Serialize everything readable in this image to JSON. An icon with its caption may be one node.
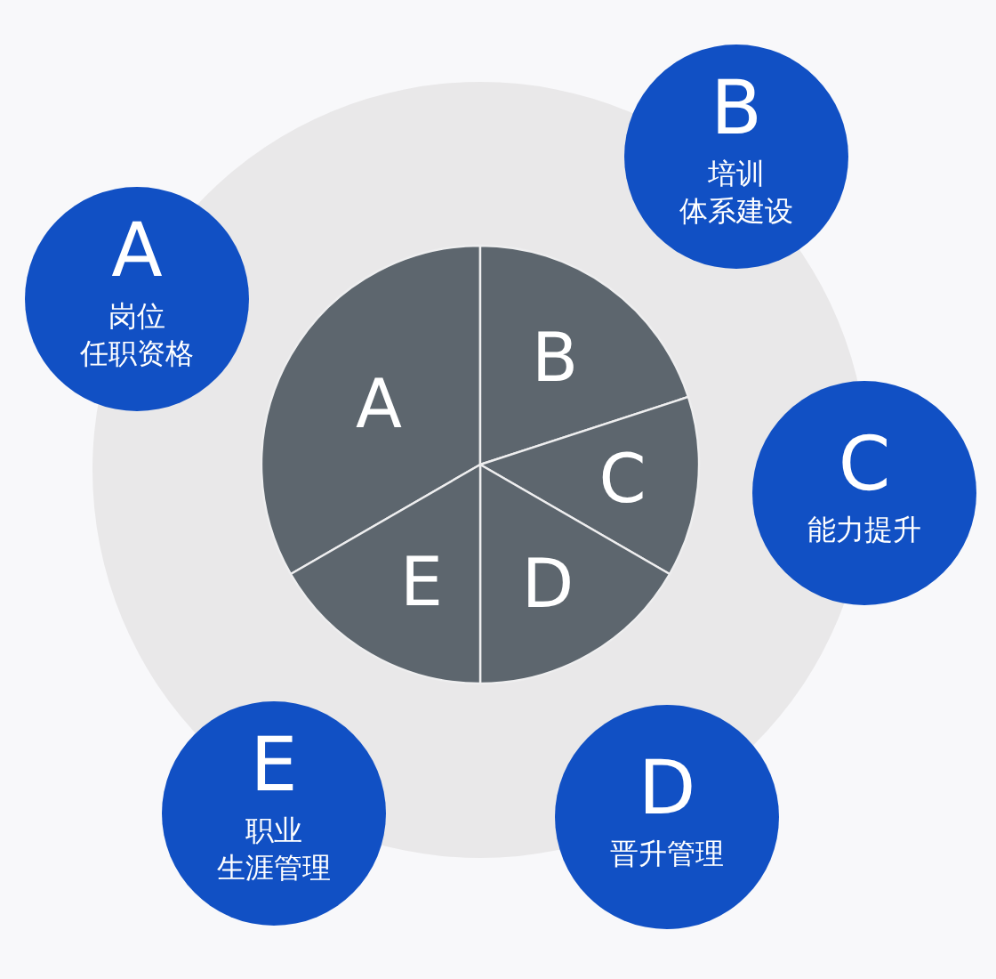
{
  "diagram": {
    "nodes": [
      {
        "text": [
          "A",
          "岗位任职资格"
        ]
      },
      {
        "text": [
          "B",
          "培训体系建设"
        ]
      },
      {
        "text": [
          "C",
          "能力提升"
        ]
      },
      {
        "text": [
          "D",
          "晋升管理"
        ]
      },
      {
        "text": [
          "E",
          "职业生涯管理"
        ]
      },
      {
        "text": [
          "A"
        ]
      },
      {
        "text": [
          "B"
        ]
      },
      {
        "text": [
          "C"
        ]
      },
      {
        "text": [
          "D"
        ]
      },
      {
        "text": [
          "E"
        ]
      }
    ]
  }
}
